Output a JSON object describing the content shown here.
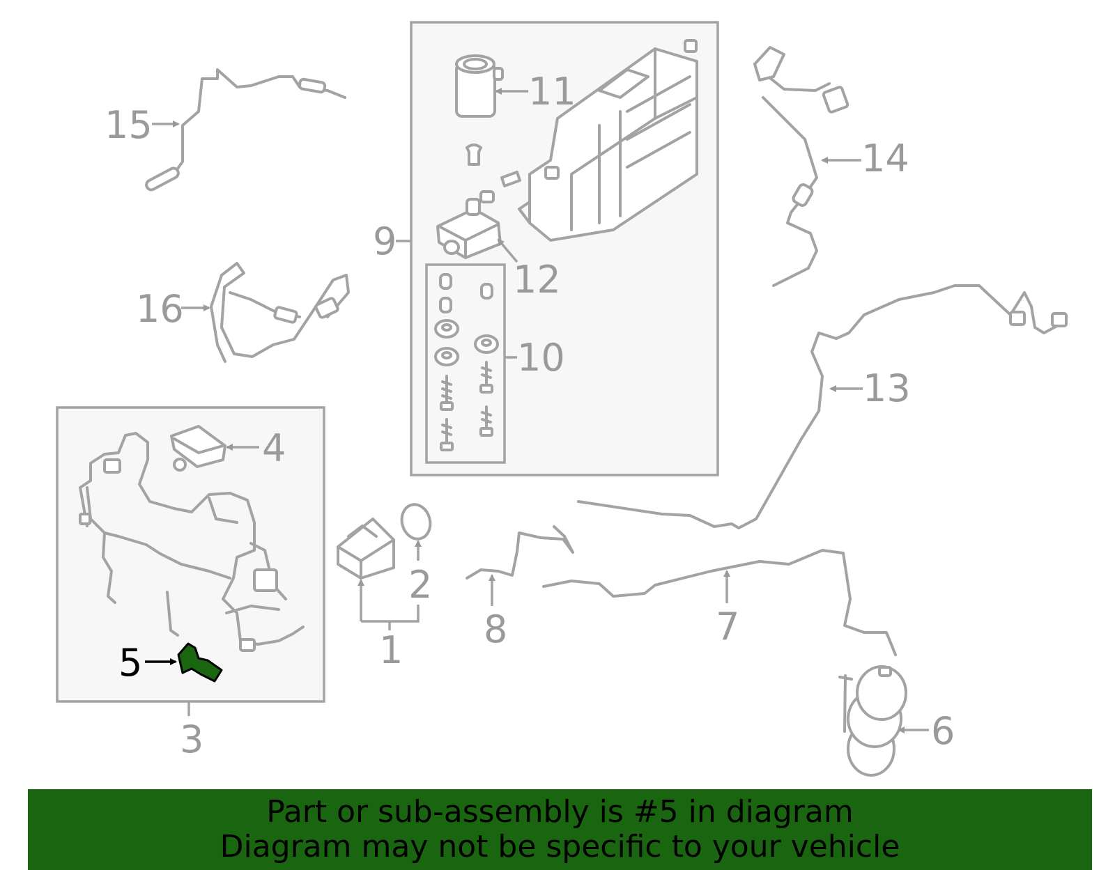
{
  "highlight_color": "#1a6610",
  "callouts": {
    "c1": "1",
    "c2": "2",
    "c3": "3",
    "c4": "4",
    "c5": "5",
    "c6": "6",
    "c7": "7",
    "c8": "8",
    "c9": "9",
    "c10": "10",
    "c11": "11",
    "c12": "12",
    "c13": "13",
    "c14": "14",
    "c15": "15",
    "c16": "16"
  },
  "highlighted_part": "5",
  "banner": {
    "line1": "Part or sub-assembly is #5 in diagram",
    "line2": "Diagram may not be specific to your vehicle"
  }
}
